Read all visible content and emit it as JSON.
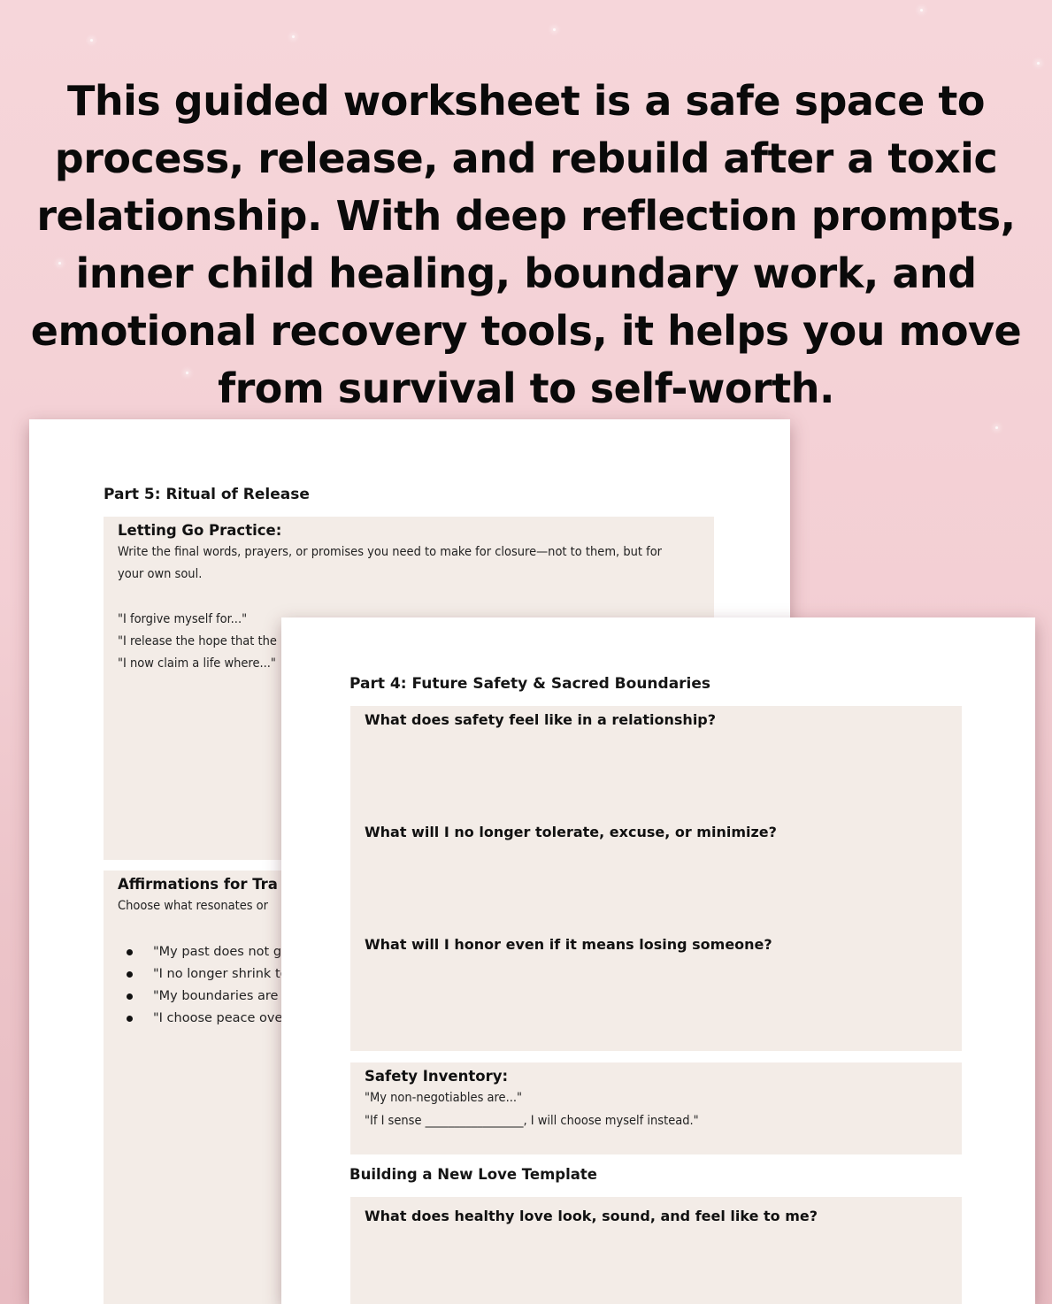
{
  "header": {
    "description": "This guided worksheet is a safe space to process, release, and rebuild after a toxic relationship. With deep reflection prompts, inner child healing, boundary work, and emotional recovery tools, it helps you move from survival to self-worth.",
    "lines": [
      "This guided worksheet is a safe space to",
      "process, release, and rebuild after a toxic",
      "relationship. With deep reflection prompts,",
      "inner child healing, boundary work, and",
      "emotional recovery tools, it helps you move",
      "from survival to self-worth."
    ]
  },
  "back_page": {
    "part_title": "Part 5: Ritual of Release",
    "letting_go": {
      "title": "Letting Go Practice:",
      "intro_lines": [
        "Write the final words, prayers, or promises you need to make for closure—not to them, but for",
        "your own soul."
      ],
      "prompts": [
        "\"I forgive myself for...\"",
        "\"I release the hope that the",
        "\"I now claim a life where...\""
      ]
    },
    "affirmations": {
      "title": "Affirmations for Tra",
      "intro": "Choose what resonates or",
      "items": [
        "\"My past does not get",
        "\"I no longer shrink to b",
        "\"My boundaries are sa",
        "\"I choose peace over fa"
      ]
    }
  },
  "front_page": {
    "part_title": "Part 4: Future Safety & Sacred Boundaries",
    "questions": [
      "What does safety feel like in a relationship?",
      "What will I no longer tolerate, excuse, or minimize?",
      "What will I honor even if it means losing someone?"
    ],
    "safety_inventory": {
      "title": "Safety Inventory:",
      "lines": [
        "\"My non-negotiables are...\"",
        "\"If I sense _________________, I will choose myself instead.\""
      ]
    },
    "love_template": {
      "title": "Building a New Love Template",
      "question": "What does healthy love look, sound, and feel like to me?"
    }
  },
  "colors": {
    "background": "#f4d2d6",
    "box_fill": "#f3ece7",
    "text": "#0a0a0a"
  }
}
